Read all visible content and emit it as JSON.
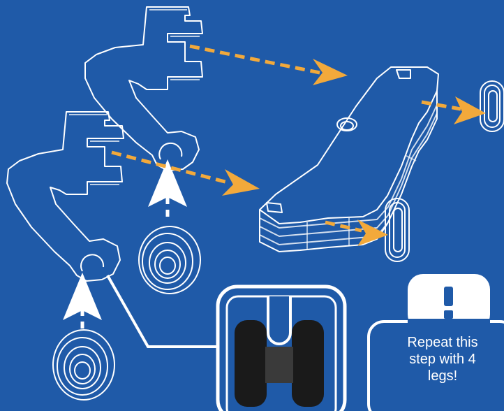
{
  "note": {
    "line1": "Repeat this",
    "line2": "step with 4",
    "line3": "legs!",
    "icon": "exclamation-icon"
  },
  "colors": {
    "background": "#1f5aa8",
    "outline": "#ffffff",
    "arrow_orange": "#f2a93b",
    "zoom_dark": "#1a1a1a",
    "zoom_mid": "#3a3a3a"
  },
  "icons": [
    "exclamation-icon",
    "arrow-up-icon",
    "arrow-right-icon"
  ]
}
